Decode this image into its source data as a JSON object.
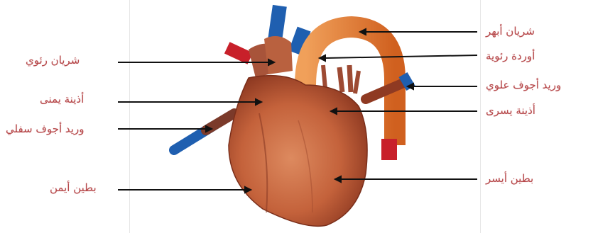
{
  "labels": {
    "aorta": "شريان أبهر",
    "pulmonary_artery": "شريان رئوي",
    "pulmonary_veins": "أوردة رئوية",
    "superior_vena_cava": "وريد أجوف علوي",
    "right_atrium": "أذينة يمنى",
    "left_atrium": "أذينة يسرى",
    "inferior_vena_cava": "وريد أجوف سفلي",
    "right_ventricle": "بطين أيمن",
    "left_ventricle": "بطين أيسر"
  },
  "colors": {
    "label_text": "#b6484a",
    "line": "#111111",
    "heart_flesh": "#c9673f",
    "aorta": "#e0752e",
    "vein_blue": "#1f5fb0",
    "artery_red": "#c8202a"
  }
}
